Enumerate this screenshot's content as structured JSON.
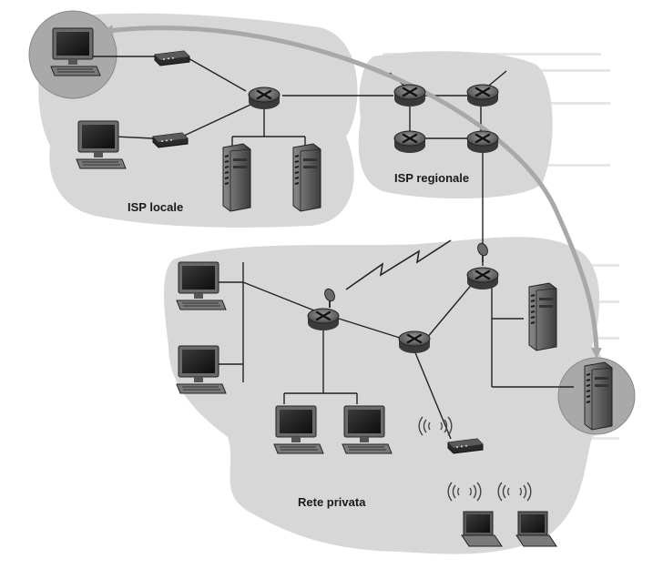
{
  "diagram": {
    "regions": [
      {
        "id": "isp-locale",
        "label": "ISP locale"
      },
      {
        "id": "isp-regionale",
        "label": "ISP regionale"
      },
      {
        "id": "rete-privata",
        "label": "Rete privata"
      }
    ],
    "flow": {
      "direction": "bidirectional",
      "between": [
        "client-host",
        "web-server"
      ]
    },
    "colors": {
      "background": "#ffffff",
      "region_fill": "#d7d7d7",
      "flow_arrow": "#a8a8a8",
      "device": "#555555",
      "link": "#222222"
    }
  }
}
